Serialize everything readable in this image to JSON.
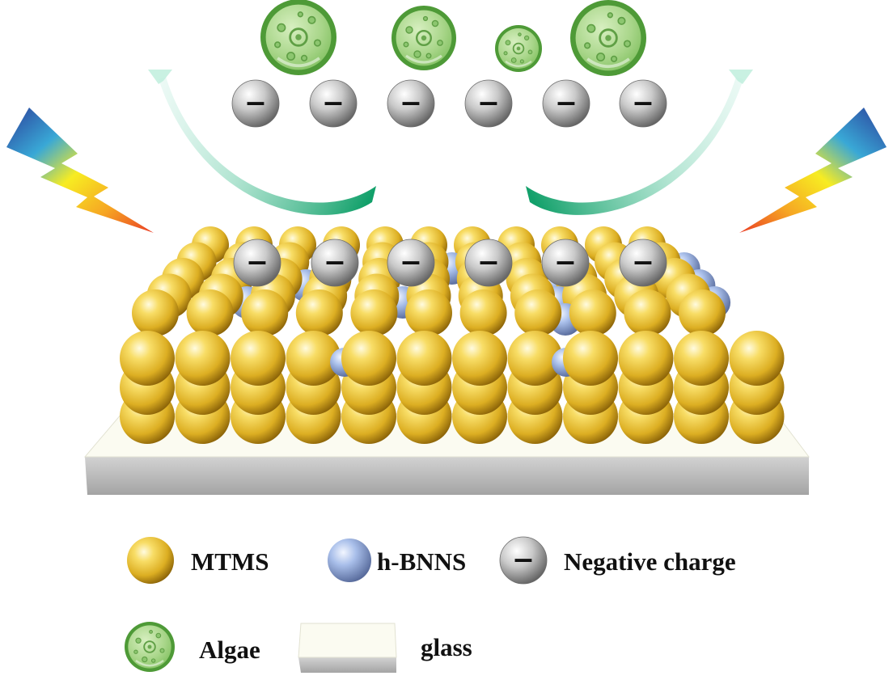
{
  "legend": {
    "mtms_label": "MTMS",
    "hbnn_label": "h-BNNS",
    "charge_label": "Negative charge",
    "algae_label": "Algae",
    "glass_label": "glass"
  },
  "symbols": {
    "negative": "−"
  },
  "colors": {
    "mtms": "#e8bd2a",
    "hbnns": "#8fa9da",
    "charge": "#a9a9a9",
    "algae_fill": "#a9d68a",
    "algae_rim": "#4e9a37",
    "glass_top": "#fbfbf1",
    "glass_side": "#bdbdbd",
    "arrow": "#1fa971"
  },
  "icons": [
    "lightning-bolt-icon",
    "repel-arrow-icon",
    "algae-cell-icon",
    "negative-charge-icon"
  ]
}
